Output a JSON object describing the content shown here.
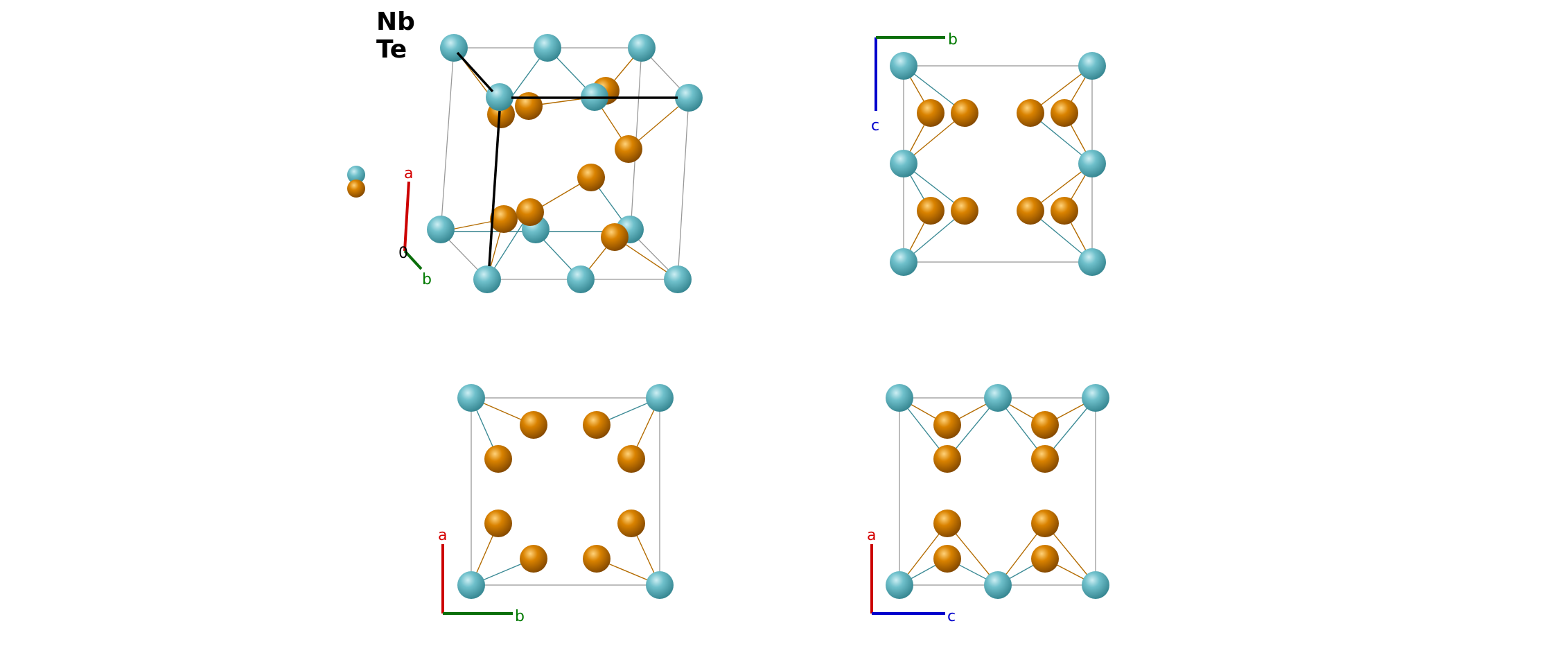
{
  "legend": {
    "entries": [
      {
        "element": "Nb",
        "color": "#5fb3bf"
      },
      {
        "element": "Te",
        "color": "#c97400"
      }
    ]
  },
  "colors": {
    "nb_atom": "#5fb3bf",
    "te_atom": "#c97400",
    "cell_edge": "#888888",
    "axis_a": "#d40000",
    "axis_b": "#007a00",
    "axis_c": "#0000cc",
    "origin": "#000000"
  },
  "views": {
    "perspective": {
      "axes": {
        "a": "a",
        "b": "b",
        "origin": "0"
      }
    },
    "view_bc": {
      "axes": {
        "b": "b",
        "c": "c"
      }
    },
    "view_ab": {
      "axes": {
        "a": "a",
        "b": "b"
      }
    },
    "view_ac": {
      "axes": {
        "a": "a",
        "c": "c"
      }
    }
  }
}
